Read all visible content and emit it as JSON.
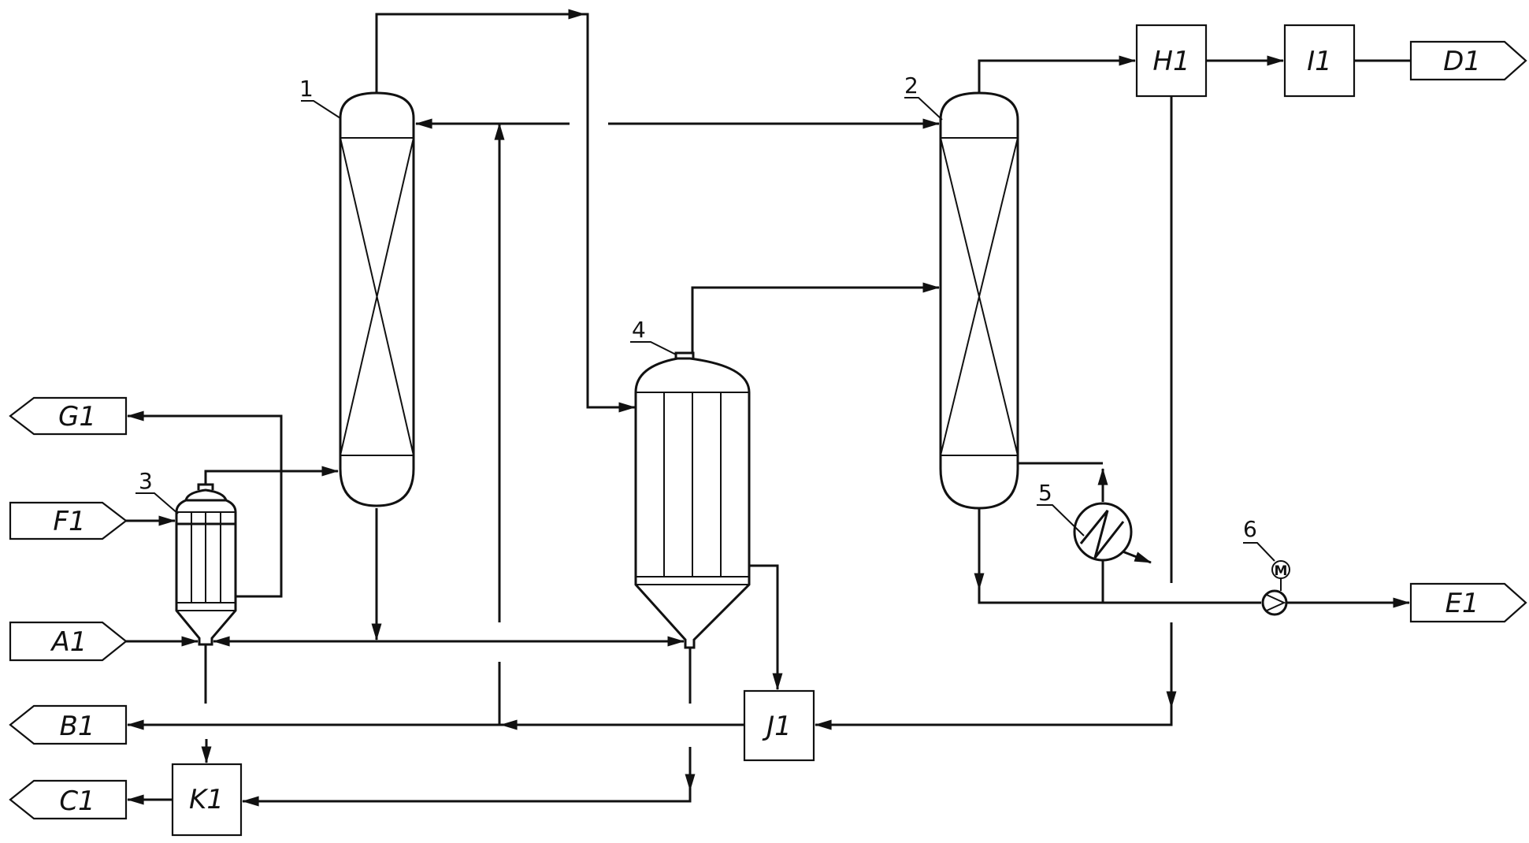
{
  "streams": {
    "A1": "A1",
    "B1": "B1",
    "C1": "C1",
    "D1": "D1",
    "E1": "E1",
    "F1": "F1",
    "G1": "G1"
  },
  "units": {
    "H1": "H1",
    "I1": "I1",
    "J1": "J1",
    "K1": "K1"
  },
  "equipment_numbers": {
    "n1": "1",
    "n2": "2",
    "n3": "3",
    "n4": "4",
    "n5": "5",
    "n6": "6"
  },
  "pump_symbol": "M"
}
